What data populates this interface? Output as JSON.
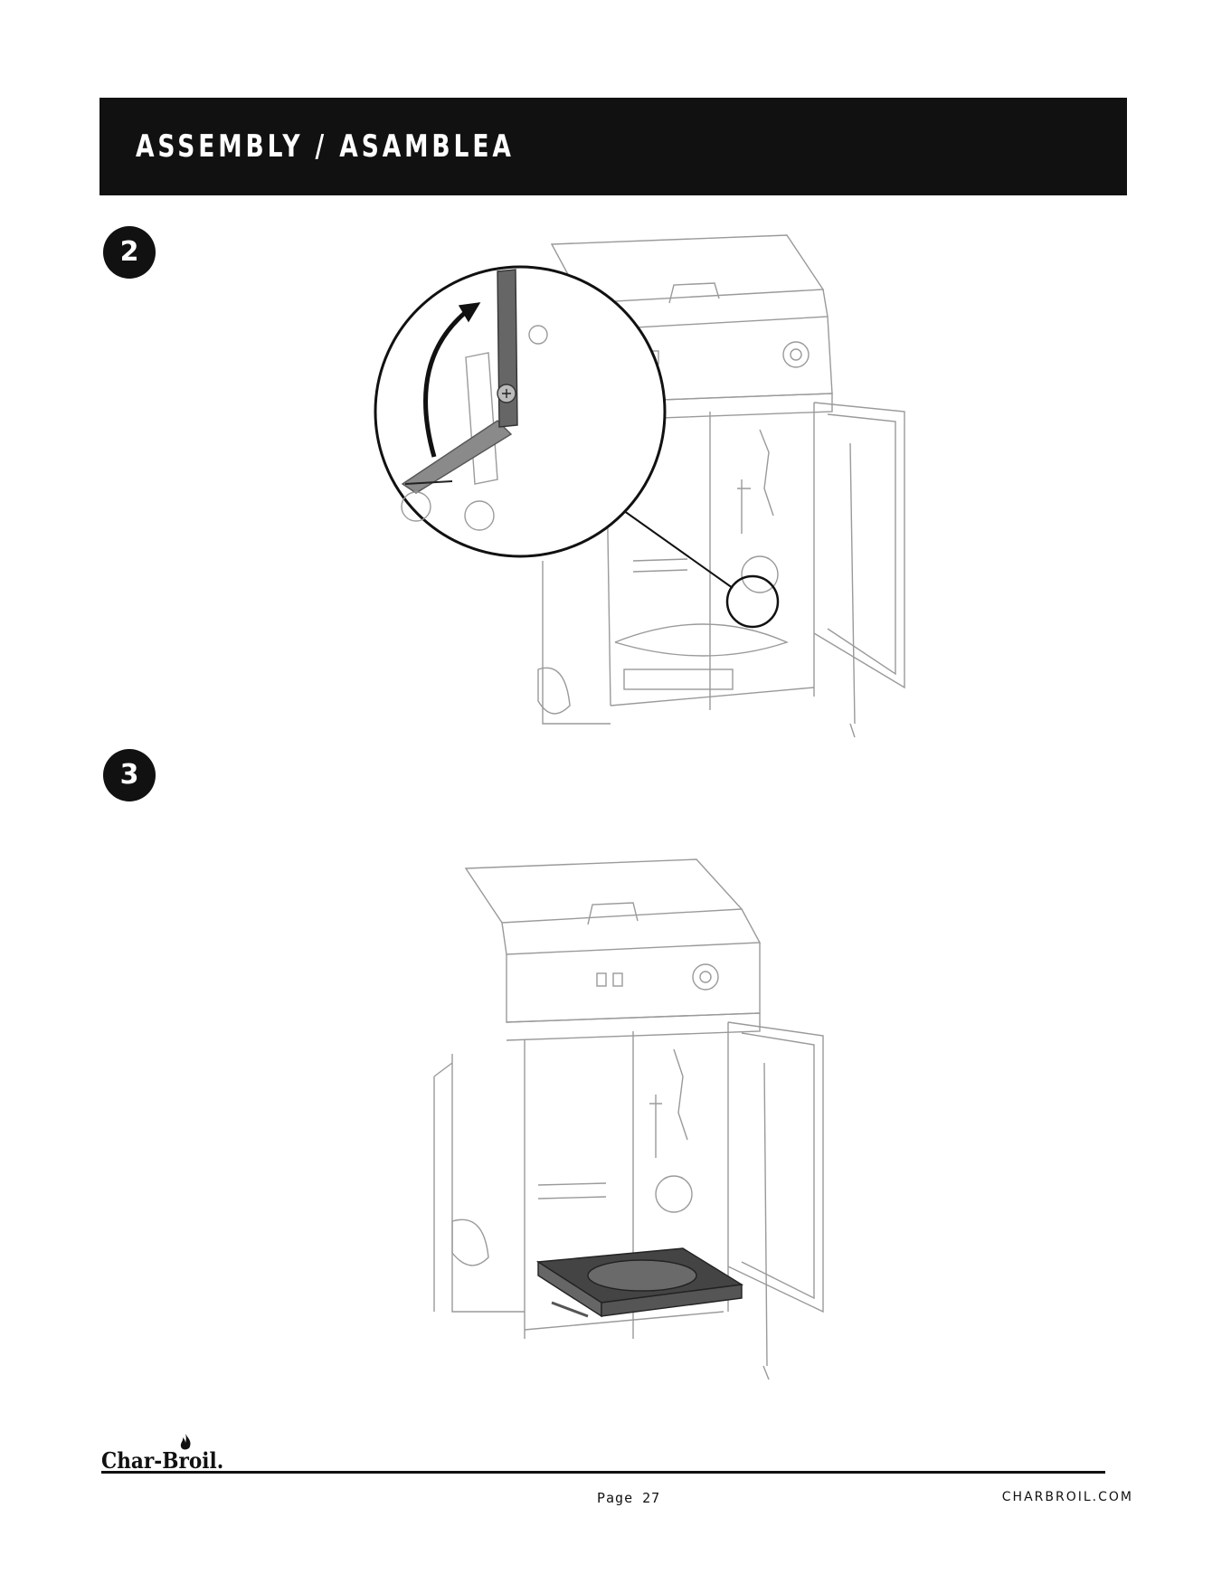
{
  "header": {
    "title": "ASSEMBLY / ASAMBLEA"
  },
  "steps": [
    {
      "number": "2",
      "illustration_icon": "grill-cart-door-open-latch-detail-icon"
    },
    {
      "number": "3",
      "illustration_icon": "grill-cart-grease-tray-insert-icon"
    }
  ],
  "footer": {
    "brand": "Char-Broil.",
    "page": "Page 27",
    "url": "CHARBROIL.COM"
  },
  "colors": {
    "bar": "#111111",
    "text_on_bar": "#ffffff",
    "line_art": "#9a9a9a",
    "highlight": "#555555"
  }
}
